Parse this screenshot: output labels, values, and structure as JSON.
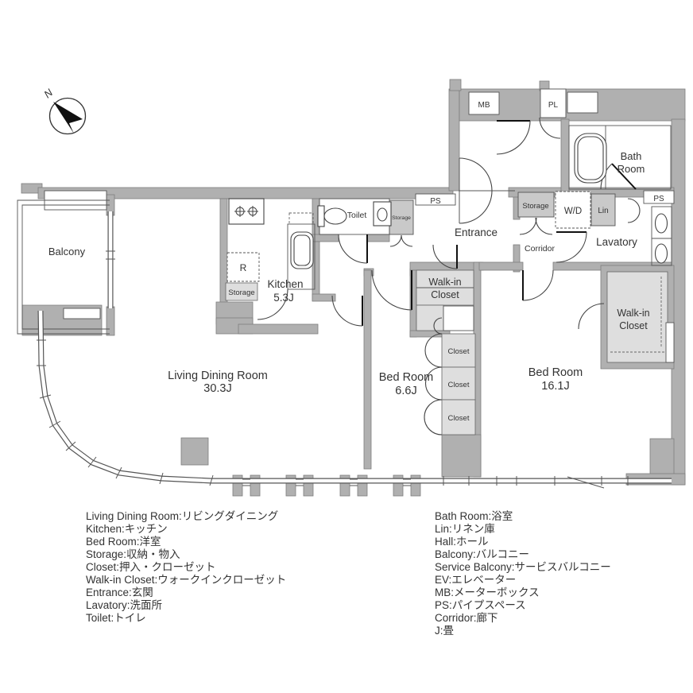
{
  "plan": {
    "compass_n": "N",
    "rooms": {
      "balcony": "Balcony",
      "living_dining_name": "Living Dining Room",
      "living_dining_size": "30.3J",
      "kitchen_name": "Kitchen",
      "kitchen_size": "5.3J",
      "bedroom_small_name": "Bed Room",
      "bedroom_small_size": "6.6J",
      "bedroom_large_name": "Bed Room",
      "bedroom_large_size": "16.1J",
      "bath_line1": "Bath",
      "bath_line2": "Room",
      "entrance": "Entrance",
      "lavatory": "Lavatory",
      "toilet": "Toilet",
      "corridor": "Corridor",
      "walkin_center_line1": "Walk-in",
      "walkin_center_line2": "Closet",
      "walkin_right_line1": "Walk-in",
      "walkin_right_line2": "Closet"
    },
    "labels": {
      "mb": "MB",
      "pl": "PL",
      "ps_top_left": "PS",
      "ps_top_right": "PS",
      "storage_hall": "Storage",
      "storage_toilet": "Storage",
      "storage_kitchen": "Storage",
      "wd": "W/D",
      "lin": "Lin",
      "fridge": "R",
      "closet_1": "Closet",
      "closet_2": "Closet",
      "closet_3": "Closet"
    }
  },
  "legend": {
    "left": [
      "Living Dining Room:リビングダイニング",
      "Kitchen:キッチン",
      "Bed Room:洋室",
      "Storage:収納・物入",
      "Closet:押入・クローゼット",
      "Walk-in Closet:ウォークインクローゼット",
      "Entrance:玄関",
      "Lavatory:洗面所",
      "Toilet:トイレ"
    ],
    "right": [
      "Bath Room:浴室",
      "Lin:リネン庫",
      "Hall:ホール",
      "Balcony:バルコニー",
      "Service Balcony:サービスバルコニー",
      "EV:エレベーター",
      "MB:メーターボックス",
      "PS:パイプスペース",
      "Corridor:廊下",
      "J:畳"
    ]
  },
  "colors": {
    "wall": "#b0b0b0",
    "wall_outline": "#7d7d7d",
    "shelf": "#dedede",
    "line": "#444444",
    "door_leaf": "#111111",
    "text": "#333333",
    "background": "#ffffff"
  }
}
